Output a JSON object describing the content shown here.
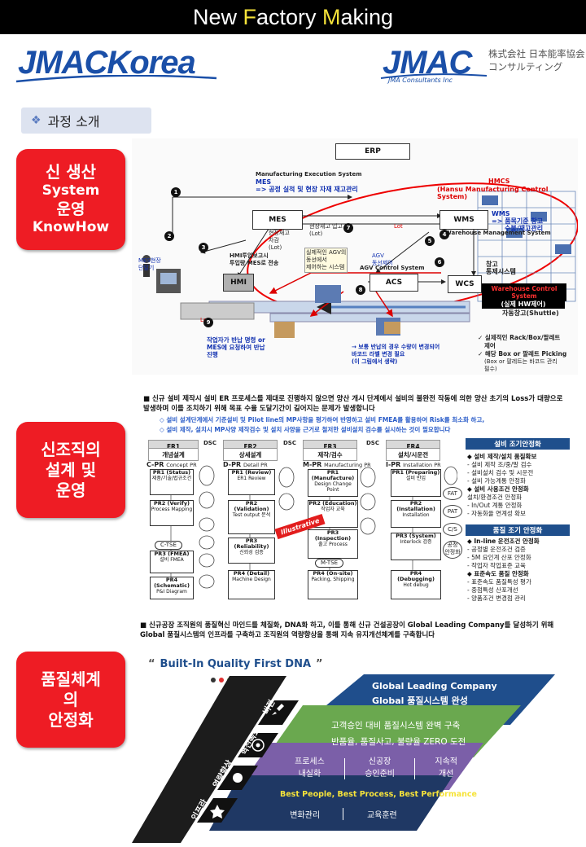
{
  "header": {
    "title_parts": [
      "New ",
      "F",
      "actory ",
      "M",
      "aking"
    ]
  },
  "logos": {
    "left": "JMACKorea",
    "right": "JMAC",
    "right_tagline": "JMA Consultants Inc",
    "right_jp_line1": "株式会社 日本能率協会",
    "right_jp_line2": "コンサルティング"
  },
  "process_tag": {
    "label": "과정 소개"
  },
  "sections": [
    {
      "label_lines": [
        "신 생산",
        "System",
        "운영",
        "KnowHow"
      ]
    },
    {
      "label_lines": [
        "신조직의",
        "설계 및",
        "운영"
      ]
    },
    {
      "label_lines": [
        "품질체계",
        "의",
        "안정화"
      ]
    }
  ],
  "system_diagram": {
    "erp": "ERP",
    "mes_title": "Manufacturing Execution System",
    "mes_abbr": "MES",
    "mes_desc": "=> 공정 실적 및 현장 자재 재고관리",
    "hmcs_abbr": "HMCS",
    "hmcs_title": "(Hansu Manufacturing Control System)",
    "mes": "MES",
    "wms": "WMS",
    "wms_desc1": "=> 품목기준 창고",
    "wms_desc2": "수불/재고관리",
    "wms_title": "Warehouse Management System",
    "acs": "ACS",
    "wcs": "WCS",
    "hmi": "HMI",
    "agv_title": "AGV Control System",
    "mes_terminal": "MES현장\n단말기",
    "hmi_input": "HMI투입보고시\n투입량 MES로 전송",
    "site_stock": "현장재고\n차감\n(Lot)",
    "site_in": "현장재고 입고\n(Lot)",
    "lot1": "Lot",
    "lot2": "Lot",
    "agv_note": "AGV\n동선제어",
    "agv_box": "실제적인 AGV의\n동선에서\n제어하는 시스템",
    "warehouse_sys": "창고\n통제시스템",
    "warehouse_control": "Warehouse Control\nSystem",
    "hw_control": "(실제 HW제어)",
    "shuttle": "자동창고(Shuttle)",
    "worker_note": "작업자가 반납 명령 or\nMES에 요청하여 반납\n진행",
    "return_note": "→ 보통 반납의 경우 수량이 변경되어\n바코드 라벨 변경 필요\n(이 그림에서 생략)",
    "rack_note1": "실제적인 Rack/Box/팔레트",
    "rack_note1b": "제어",
    "rack_note2": "해당 Box or 팔레트 Picking",
    "rack_note2b": "(Box or 팔레트는 바코드 관리",
    "rack_note2c": "필수)",
    "steps": [
      "1",
      "2",
      "3",
      "4",
      "5",
      "6",
      "7",
      "8",
      "9"
    ]
  },
  "org_design": {
    "bullet": "■ 신규 설비 제작시 설비 ER 프로세스를 제대로 진행하지 않으면 양산 개시 단계에서 설비의 불완전 작동에 의한 양산 초기의 Loss가 대량으로 발생하며 이를 조치하기 위해 목표 수율 도달기간이 길어지는 문제가 발생합니다",
    "blue1": "◇ 설비 설계단계에서 기준설비 및 Pilot line의 MP사항을 평가하여 반영하고 설비 FMEA를 활용하여 Risk를 최소화 하고,",
    "blue2": "◇ 설비 제작, 설치시 MP사양 제작검수 및 설치 사양을 근거로 철저한 설비설치 검수를 실시하는 것이 필요합니다",
    "er_stages": [
      {
        "name": "ER1",
        "sub": "개념설계",
        "pr": "C-PR",
        "pr_desc": "Concept PR"
      },
      {
        "name": "ER2",
        "sub": "상세설계",
        "pr": "D-PR",
        "pr_desc": "Detail PR"
      },
      {
        "name": "ER3",
        "sub": "제작/검수",
        "pr": "M-PR",
        "pr_desc": "Manufacturing PR"
      },
      {
        "name": "ER4",
        "sub": "설치/시운전",
        "pr": "I-PR",
        "pr_desc": "Installation PR"
      }
    ],
    "dsc": "DSC",
    "illustrative": "Illustrative",
    "pr_boxes": [
      [
        "PR1 (Status)",
        "PR2 (Verify)",
        "PR3 (FMEA)",
        "PR4 (Schematic)"
      ],
      [
        "PR1 (Review)",
        "PR2 (Validation)",
        "PR3 (Reliability)",
        "PR4 (Detail)"
      ],
      [
        "PR1 (Manufacture)",
        "PR2 (Education)",
        "PR3 (Inspection)",
        "PR4 (On-site)"
      ],
      [
        "PR1 (Preparing)",
        "PR2 (Installation)",
        "PR3 (System)",
        "PR4 (Debugging)"
      ]
    ],
    "pr_details": [
      [
        "제품/기술/법규조건",
        "Process Mapping",
        "설비 FMEA",
        "P&I Diagram"
      ],
      [
        "ER1 Review",
        "Test output 분석",
        "신뢰성 검증",
        "Machine Design"
      ],
      [
        "Design Change Point",
        "작업자 교육",
        "출고 Process",
        "Packing, Shipping"
      ],
      [
        "설비 반입",
        "Installation",
        "Interlock 검증",
        "Hot debug"
      ]
    ],
    "gates": [
      "C-TSE",
      "M-TSE"
    ],
    "side": {
      "early_hdr": "설비 조기안정화",
      "e1_title": "◆ 설비 제작/설치 품질확보",
      "e1_items": [
        "- 설비 제작 조/중/말 검수",
        "- 설비설치 검수 및 시운전",
        "- 설비 가능계통 안정화"
      ],
      "e2_title": "◆ 설비 사용조건 안정화",
      "e2_items": [
        "설치/환경조건 안정화",
        "- In/Out 계통 안정화",
        "- 자동화율 연계성 확보"
      ],
      "quality_hdr": "품질 조기 안정화",
      "q1_title": "◆ In-line 운전조건 안정화",
      "q1_items": [
        "- 공정별 운전조건 검증",
        "- 5M 요인계 산포 안정화",
        "- 작업자 작업표준 교육"
      ],
      "q2_title": "◆ 표준속도 품질 안정화",
      "q2_items": [
        "- 표준속도 품질특성 평가",
        "- 중점특성 산포개선",
        "- 양품조건 변경점 관리"
      ]
    },
    "side_marks": [
      "FAT",
      "PAT",
      "C/S",
      "공정\n안정화"
    ]
  },
  "quality": {
    "bullet": "■ 신규공장 조직원의 품질혁신 마인드를 체질화, DNA화 하고, 이를 통해 신규 건설공장이 Global Leading Company를 달성하기 위해 Global 품질시스템의 인프라를 구축하고 조직원의 역량향상을 통해 지속 유지개선체계를 구축합니다",
    "banner": "Built-In Quality First DNA",
    "levels": [
      {
        "tag": "비전",
        "lines": [
          "Global Leading Company",
          "Global 품질시스템 완성"
        ],
        "color": "#1f4e8c"
      },
      {
        "tag": "혁신목표",
        "lines": [
          "고객승인 대비 품질시스템 완벽 구축",
          "반품율, 품질사고, 불량율 ZERO 도전"
        ],
        "color": "#6aa84f"
      },
      {
        "tag": "역량향상",
        "cells": [
          [
            "프로세스",
            "내실화"
          ],
          [
            "신공장",
            "승인준비"
          ],
          [
            "지속적",
            "개선"
          ]
        ],
        "color": "#7b5fa8"
      },
      {
        "tag": "인프라",
        "lines": [
          "Best People, Best Process, Best Performance"
        ],
        "cells2": [
          "변화관리",
          "교육훈련"
        ],
        "color": "#1f3864"
      }
    ]
  }
}
